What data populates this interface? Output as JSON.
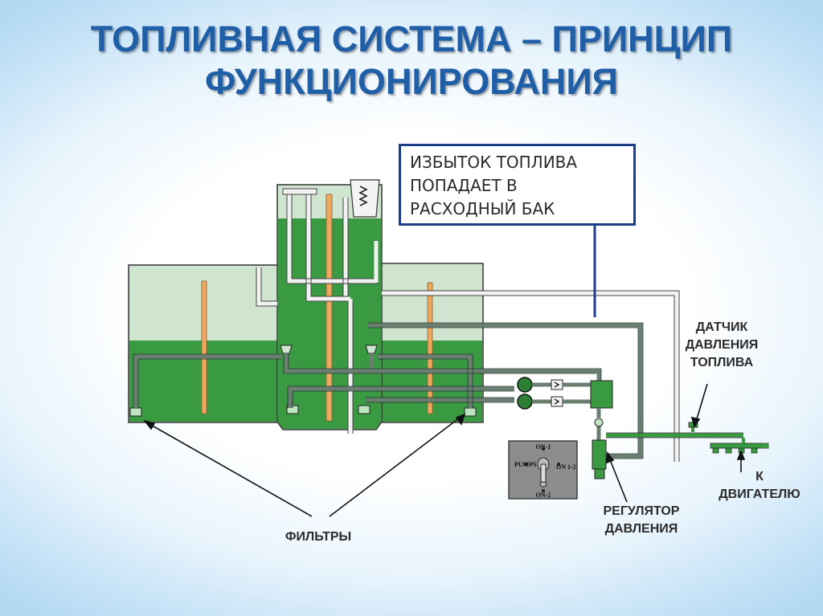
{
  "title": {
    "line1": "ТОПЛИВНАЯ СИСТЕМА – ПРИНЦИП",
    "line2": "ФУНКЦИОНИРОВАНИЯ"
  },
  "callout": {
    "line1": "ИЗБЫТОК ТОПЛИВА",
    "line2": "ПОПАДАЕТ В",
    "line3": "РАСХОДНЫЙ БАК"
  },
  "labels": {
    "sensor": {
      "line1": "ДАТЧИК",
      "line2": "ДАВЛЕНИЯ",
      "line3": "ТОПЛИВА"
    },
    "engine": {
      "line1": "К",
      "line2": "ДВИГАТЕЛЮ"
    },
    "regulator": {
      "line1": "РЕГУЛЯТОР",
      "line2": "ДАВЛЕНИЯ"
    },
    "filters": "ФИЛЬТРЫ"
  },
  "pump_switch": {
    "top": "ON-1",
    "left": "PUMPS",
    "right": "ON 1-2",
    "bottom": "ON-2"
  },
  "colors": {
    "title": "#1f5fa8",
    "fuel": "#3a9a42",
    "fuel_dark": "#2e7f36",
    "tank_empty": "#cfe5d0",
    "pipe_light": "#eeeeee",
    "pipe_dark": "#3d5a47",
    "rod": "#f0a860",
    "callout_border": "#1c3d87"
  },
  "icons": [
    "pump-icon",
    "check-valve-icon",
    "filter-icon",
    "float-sensor-icon",
    "toggle-switch-icon",
    "arrow-icon"
  ]
}
